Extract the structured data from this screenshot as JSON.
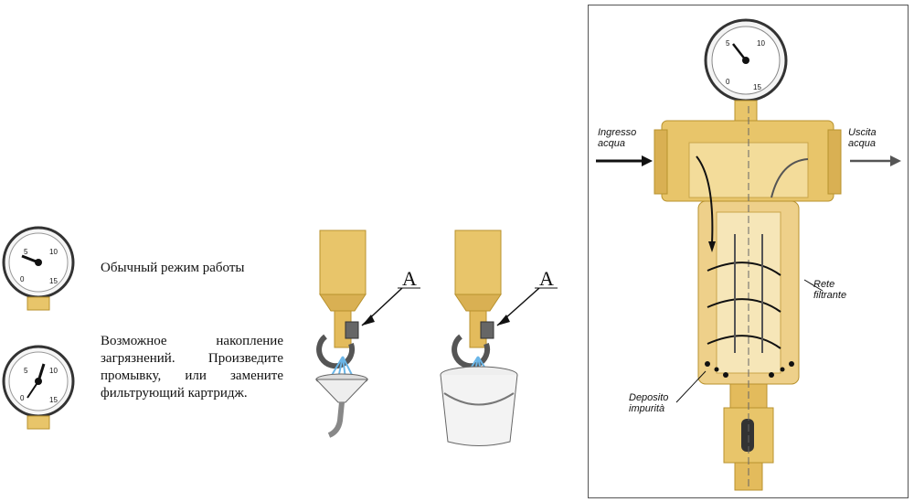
{
  "left_panel": {
    "normal_mode": "Обычный режим работы",
    "warning_mode": "Возможное накопление загрязнений. Произведите промывку, или замените фильтрующий картридж."
  },
  "gauge_scale": {
    "labels": [
      "0",
      "5",
      "10",
      "15"
    ]
  },
  "flush_diagram": {
    "valve_label": "A"
  },
  "filter_diagram": {
    "inlet": "Ingresso acqua",
    "outlet": "Uscita acqua",
    "mesh": "Rete filtrante",
    "deposit": "Deposito impurità"
  },
  "colors": {
    "brass": "#e8c56a",
    "brass_dark": "#b8922e",
    "spray": "#6ab6e8",
    "handle": "#555555"
  }
}
